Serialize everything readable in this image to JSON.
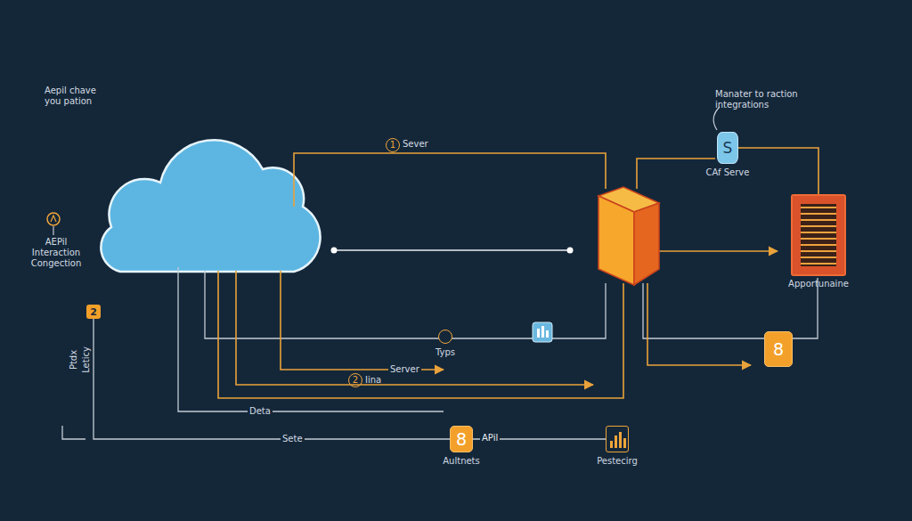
{
  "diagram": {
    "nodes": [
      {
        "text": [
          "S",
          "CAf Serve"
        ]
      },
      {
        "text": [
          "Apportunaine"
        ]
      },
      {
        "text": [
          "2"
        ]
      },
      {
        "text": [
          "Typs"
        ]
      },
      {
        "text": [
          "8"
        ]
      },
      {
        "text": [
          "8",
          "Aultnets"
        ]
      },
      {
        "text": [
          "Pestecirg"
        ]
      }
    ],
    "edges": [
      {
        "from": 0,
        "to": 1,
        "arrow": "none"
      },
      {
        "from": 2,
        "to": 5,
        "arrow": "none"
      },
      {
        "from": 5,
        "to": 6,
        "label": "APil",
        "arrow": "none"
      }
    ],
    "labels": [
      "Aepil chave you pation",
      "AEPil Interaction Congection",
      "Manater to raction integrations",
      "1",
      "Sever",
      "Server",
      "2",
      "Iina",
      "Deta",
      "Sete",
      "Ptdx",
      "Leticy"
    ]
  }
}
